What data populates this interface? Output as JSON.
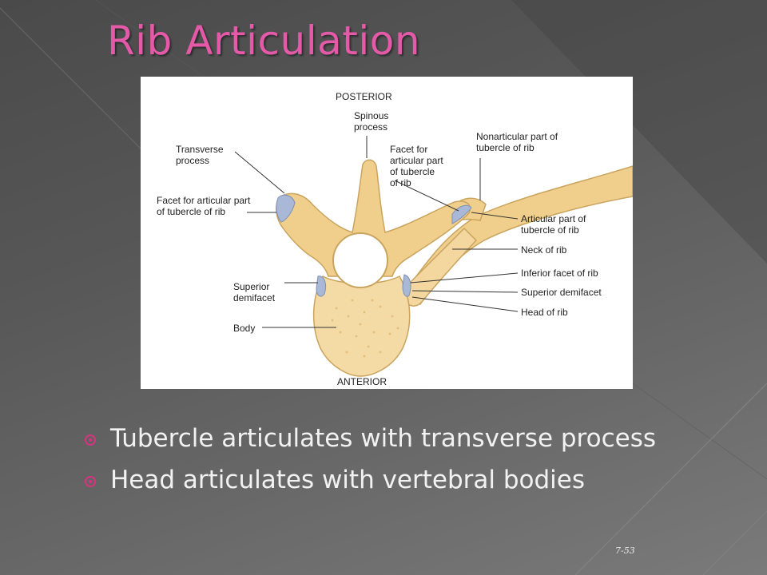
{
  "slide": {
    "title": "Rib Articulation",
    "page_number": "7-53"
  },
  "diagram": {
    "labels": {
      "posterior": "POSTERIOR",
      "anterior": "ANTERIOR",
      "spinous_process": "Spinous\nprocess",
      "transverse_process": "Transverse\nprocess",
      "facet_tubercle_left": "Facet for articular part\nof tubercle of rib",
      "facet_tubercle_right": "Facet for\narticular part\nof tubercle\nof rib",
      "superior_demifacet_left": "Superior\ndemifacet",
      "body": "Body",
      "nonarticular_tubercle": "Nonarticular part of\ntubercle of rib",
      "articular_tubercle": "Articular part of\ntubercle of rib",
      "neck_of_rib": "Neck of rib",
      "inferior_facet": "Inferior facet of rib",
      "superior_demifacet_right": "Superior demifacet",
      "head_of_rib": "Head of rib"
    }
  },
  "bullets": [
    {
      "text": "Tubercle articulates with transverse process"
    },
    {
      "text": "Head articulates with vertebral bodies"
    }
  ],
  "colors": {
    "title": "#e45aa8",
    "bullet": "#d4357f",
    "bone": "#f0cf8c",
    "bone_outline": "#c9a45e",
    "cartilage": "#a9b8d6"
  }
}
